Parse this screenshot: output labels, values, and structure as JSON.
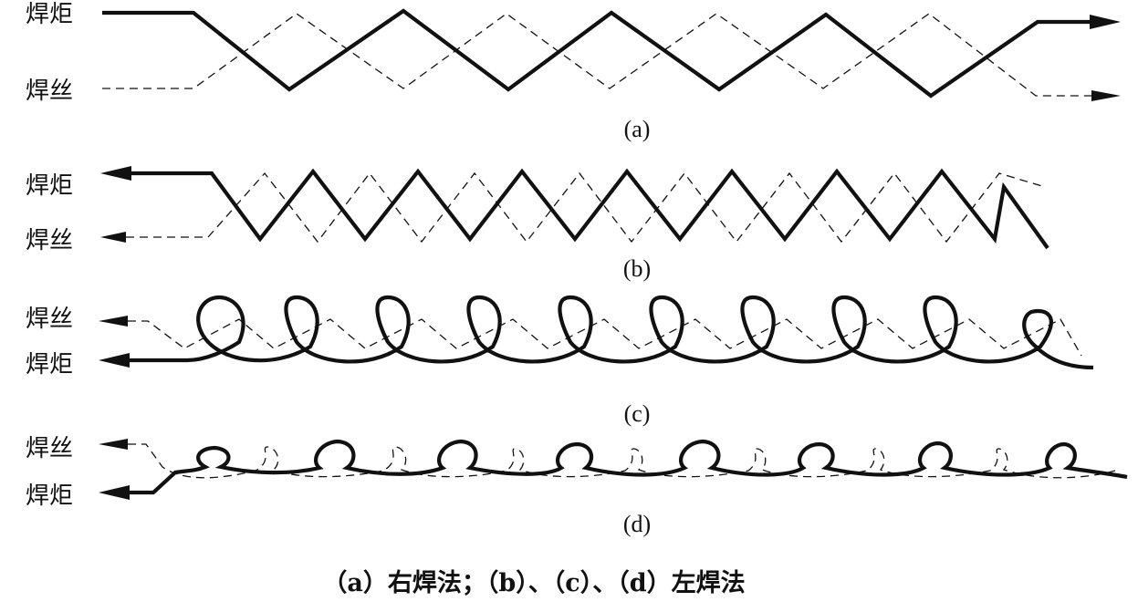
{
  "labels": {
    "torch": "焊炬",
    "wire": "焊丝"
  },
  "panels": [
    {
      "id": "a",
      "caption": "(a)"
    },
    {
      "id": "b",
      "caption": "(b)"
    },
    {
      "id": "c",
      "caption": "(c)"
    },
    {
      "id": "d",
      "caption": "(d)"
    }
  ],
  "figure_caption": "（a）右焊法；（b）、（c）、（d）左焊法",
  "colors": {
    "ink": "#111111",
    "background": "#ffffff"
  }
}
